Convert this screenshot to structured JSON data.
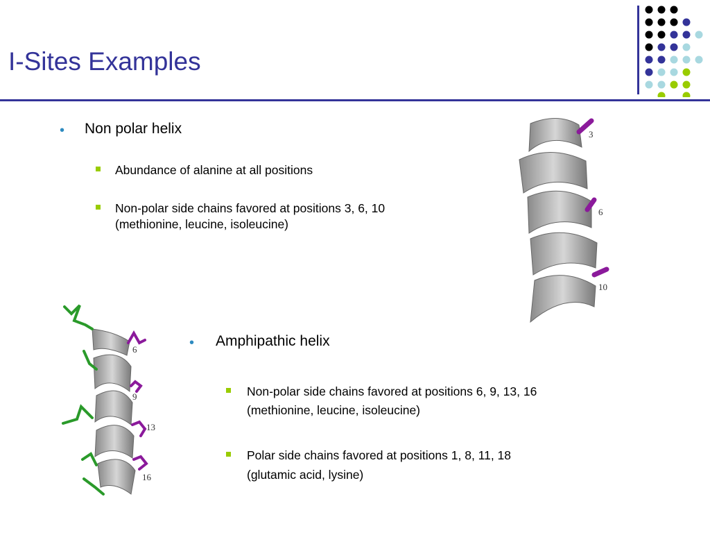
{
  "slide": {
    "title": "I-Sites Examples",
    "accent_color": "#333399",
    "bullet_color": "#2e8bc0",
    "sub_bullet_color": "#99cc00"
  },
  "section1": {
    "heading": "Non polar helix",
    "items": [
      {
        "text": "Abundance of alanine at all positions"
      },
      {
        "line1": "Non-polar side chains favored at positions 3, 6, 10",
        "line2": "(methionine, leucine, isoleucine)"
      }
    ],
    "figure_labels": [
      "3",
      "6",
      "10"
    ]
  },
  "section2": {
    "heading": "Amphipathic helix",
    "items": [
      {
        "line1": "Non-polar side chains favored at positions 6, 9, 13, 16",
        "line2": "(methionine, leucine, isoleucine)"
      },
      {
        "line1": "Polar side chains favored at positions 1, 8, 11, 18",
        "line2": "(glutamic acid, lysine)"
      }
    ],
    "figure_labels": [
      "6",
      "9",
      "13",
      "16"
    ]
  }
}
